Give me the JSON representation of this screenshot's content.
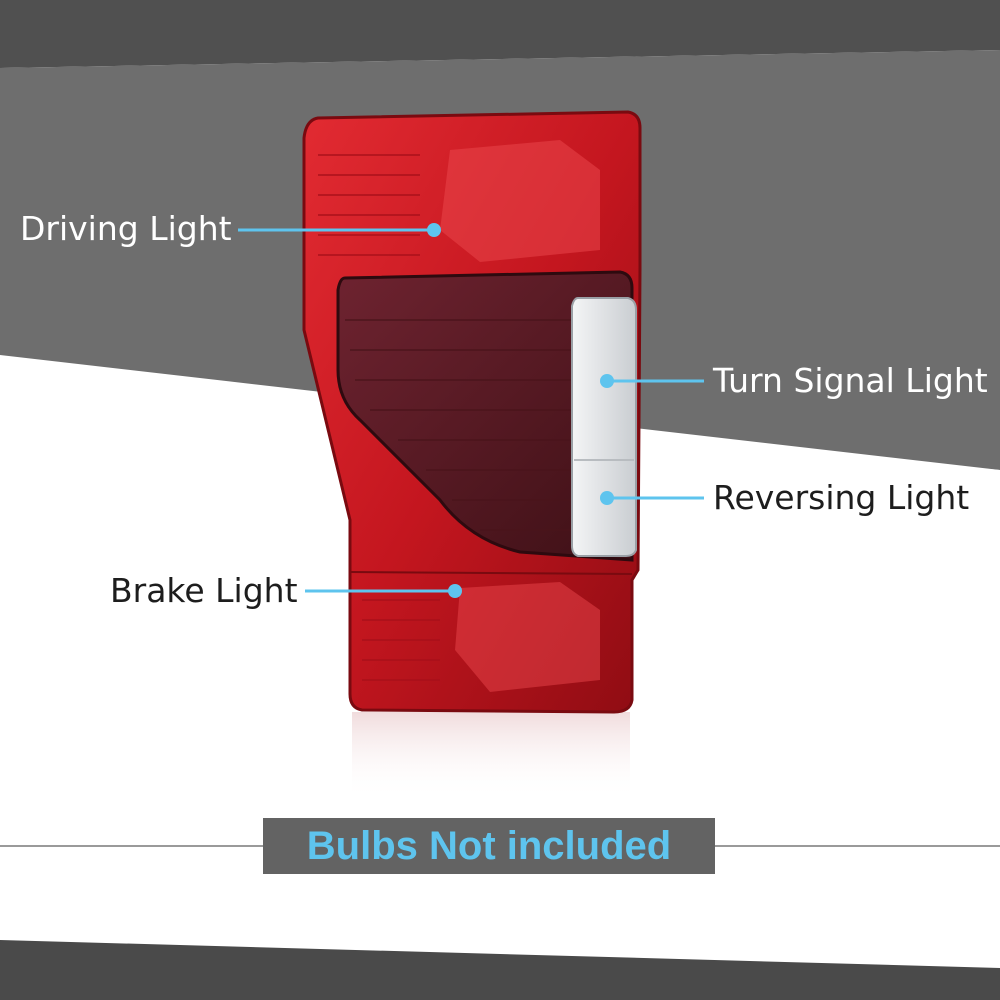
{
  "callouts": {
    "driving": "Driving Light",
    "turn": "Turn Signal Light",
    "reversing": "Reversing Light",
    "brake": "Brake Light"
  },
  "banner": {
    "text": "Bulbs Not included"
  },
  "colors": {
    "accent": "#5ec4ee",
    "lens_red": "#c4161f",
    "lens_smoke": "#5a1a22",
    "lens_clear": "#e9ecef",
    "band_gray": "#6e6e6e",
    "banner_gray": "#636363"
  }
}
